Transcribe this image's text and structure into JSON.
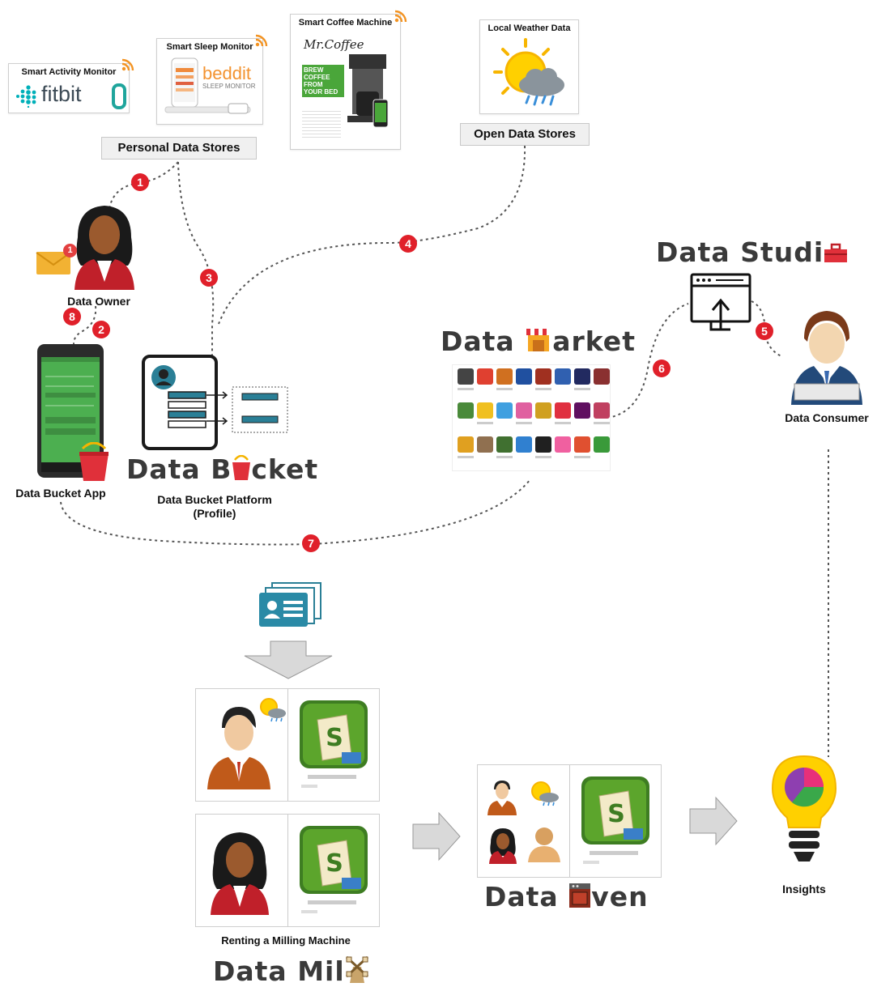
{
  "devices": {
    "fitbit": {
      "title": "Smart Activity Monitor",
      "brand": "fitbit"
    },
    "beddit": {
      "title": "Smart Sleep Monitor",
      "brand": "beddit",
      "sub": "SLEEP MONITOR"
    },
    "coffee": {
      "title": "Smart Coffee Machine",
      "brand": "Mr.Coffee",
      "slogan": "BREW COFFEE FROM YOUR BED"
    },
    "weather": {
      "title": "Local Weather Data"
    }
  },
  "stores": {
    "personal": "Personal Data Stores",
    "open": "Open Data Stores"
  },
  "actors": {
    "owner": "Data Owner",
    "consumer": "Data Consumer",
    "owner_badge": "1"
  },
  "app": {
    "label": "Data Bucket App"
  },
  "platform": {
    "label": "Data Bucket Platform",
    "sub": "(Profile)"
  },
  "logos": {
    "bucket": {
      "pre": "Data B",
      "post": "cket"
    },
    "market": {
      "pre": "Data ",
      "post": "arket"
    },
    "studio": {
      "pre": "Data Studi"
    },
    "mill": {
      "pre": "Data Mil"
    },
    "oven": {
      "pre": "Data ",
      "post": "ven"
    }
  },
  "steps": [
    "1",
    "2",
    "3",
    "4",
    "5",
    "6",
    "7",
    "8"
  ],
  "mill": {
    "caption": "Renting a Milling Machine"
  },
  "insights": {
    "label": "Insights"
  },
  "colors": {
    "step_red": "#e0202a",
    "bucket_red": "#e0303a",
    "teal": "#2a7f96",
    "green": "#3aa84a",
    "orange": "#f39322"
  }
}
